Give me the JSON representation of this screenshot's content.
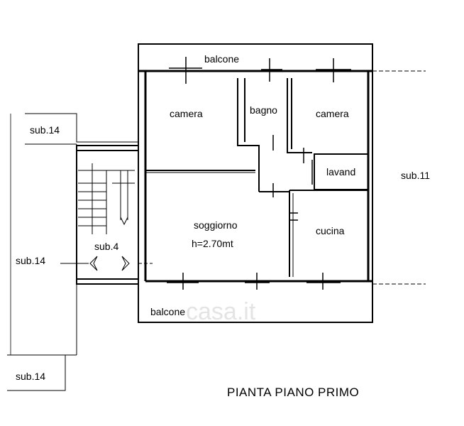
{
  "rooms": {
    "balcone_top": "balcone",
    "camera_left": "camera",
    "bagno": "bagno",
    "camera_right": "camera",
    "lavand": "lavand",
    "soggiorno": "soggiorno",
    "soggiorno_height": "h=2.70mt",
    "cucina": "cucina",
    "balcone_bottom": "balcone"
  },
  "subunits": {
    "sub14_top": "sub.14",
    "sub14_mid": "sub.14",
    "sub14_bottom": "sub.14",
    "sub4": "sub.4",
    "sub11": "sub.11"
  },
  "title": "PIANTA PIANO PRIMO",
  "watermark": "casa.it"
}
